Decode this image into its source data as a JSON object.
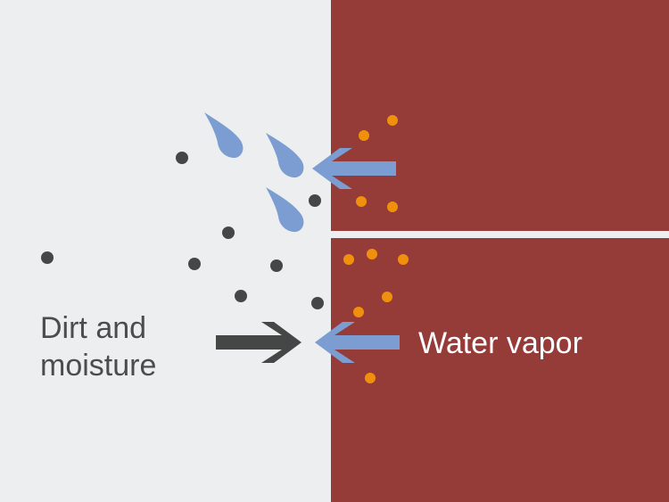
{
  "labels": {
    "dirt_line1": "Dirt and",
    "dirt_line2": "moisture",
    "water_vapor": "Water vapor"
  },
  "colors": {
    "background": "#eceef0",
    "wall": "#953b38",
    "joint": "#eceef0",
    "dirt_particle": "#454746",
    "dark_arrow": "#454746",
    "water": "#7b9dd1",
    "vapor_particle": "#f1900c",
    "vapor_text": "#ffffff",
    "dirt_text": "#4b4d4c"
  },
  "icons": {
    "droplet": "water-droplet-icon",
    "dirt": "dirt-particle-icon",
    "vapor": "vapor-particle-icon",
    "inbound_arrow": "arrow-right-icon",
    "outbound_arrow": "arrow-left-icon"
  }
}
